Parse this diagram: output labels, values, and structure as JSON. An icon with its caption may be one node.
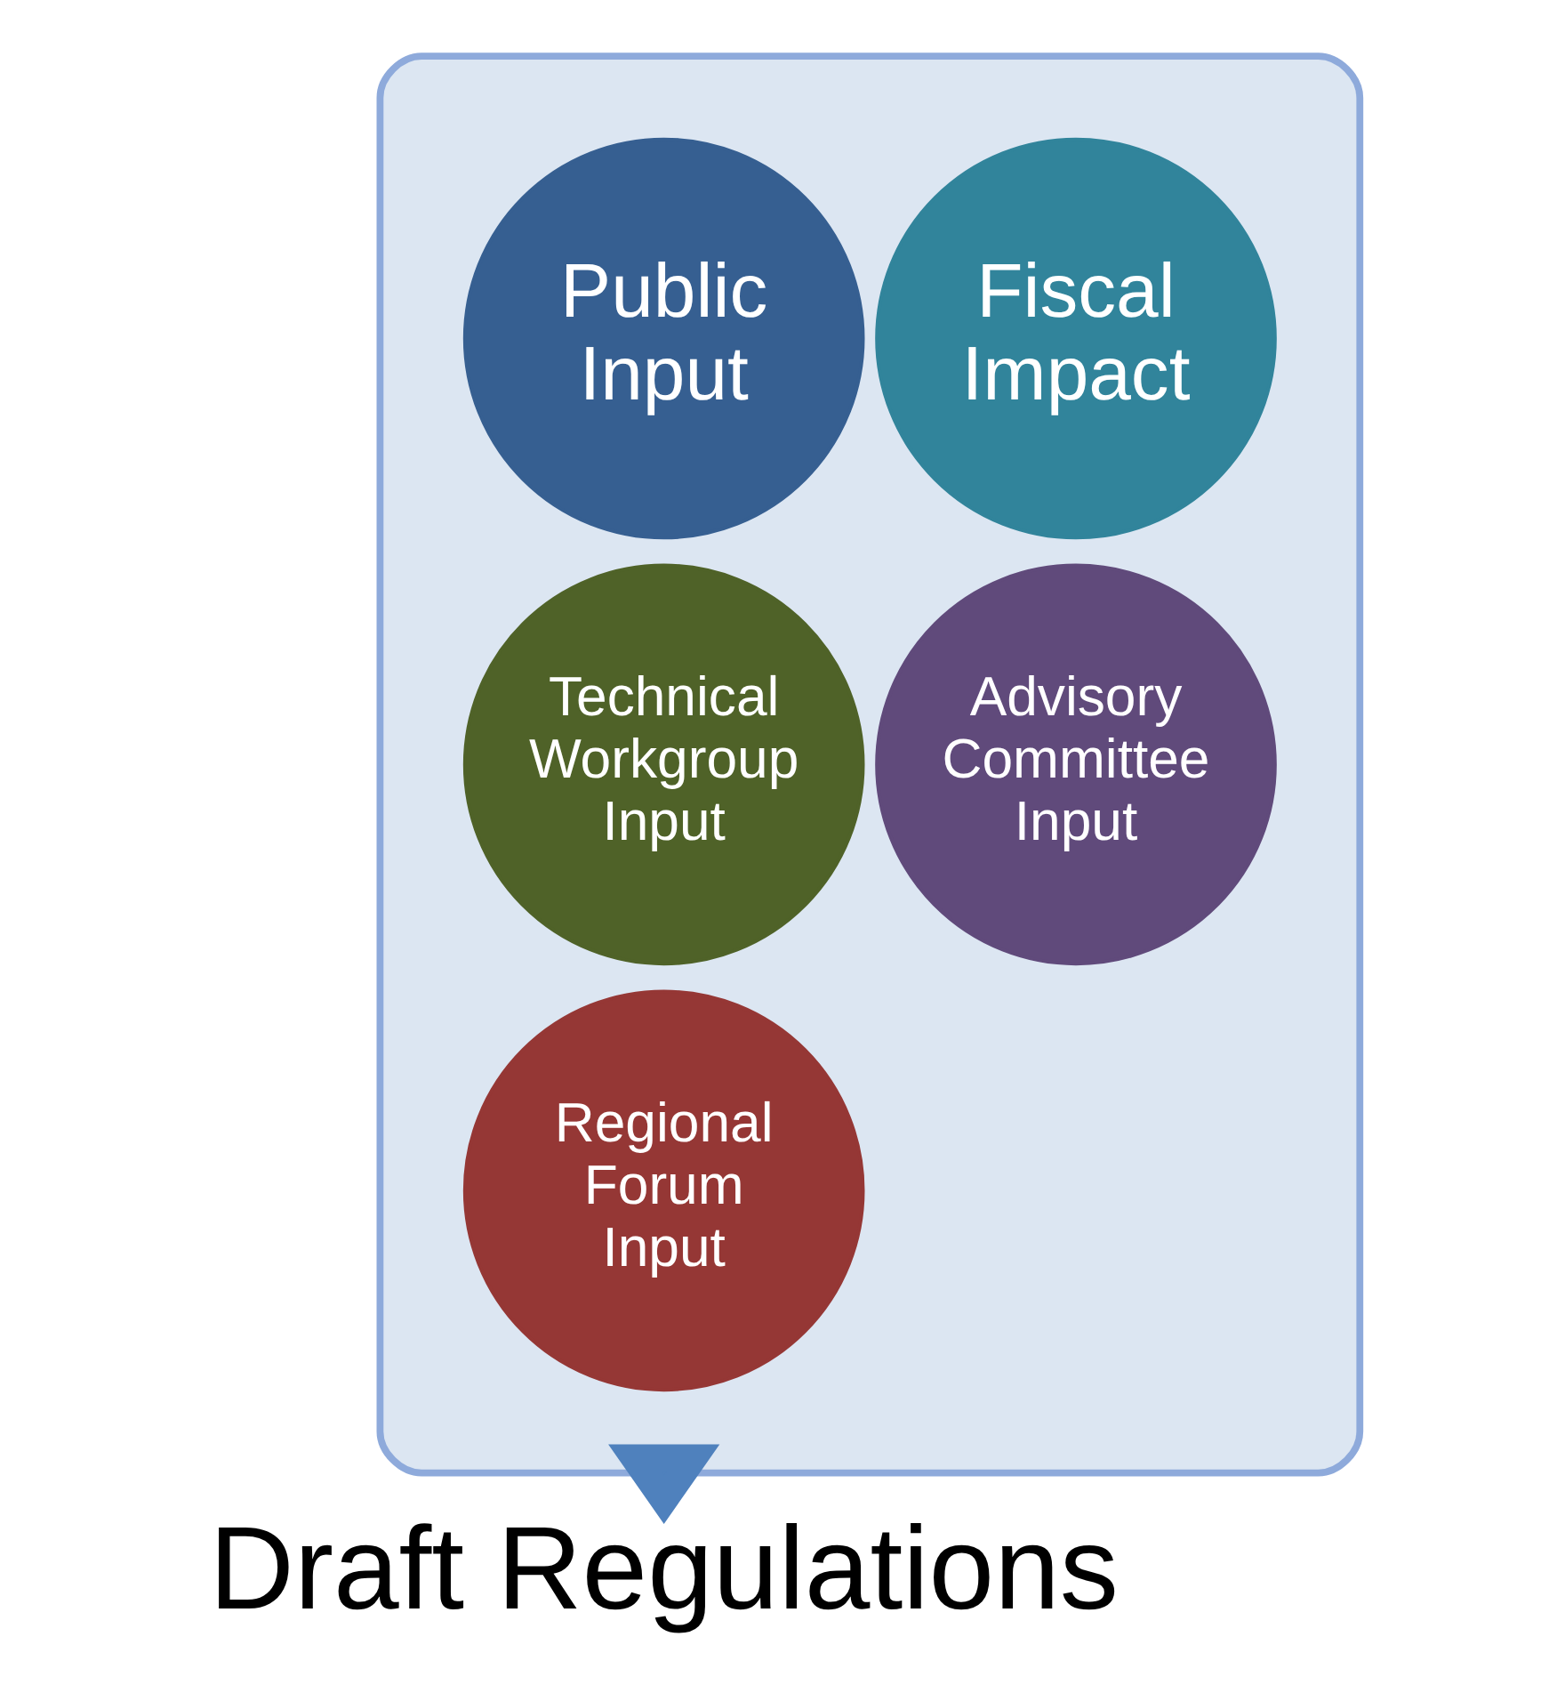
{
  "diagram": {
    "nodes": [
      {
        "text": [],
        "shape": "funnel"
      },
      {
        "text": [
          "Public Input"
        ],
        "in": 0
      },
      {
        "text": [
          "Fiscal Impact"
        ],
        "in": 0
      },
      {
        "text": [
          "Technical Workgroup Input"
        ],
        "in": 0
      },
      {
        "text": [
          "Advisory Committee Input"
        ],
        "in": 0
      },
      {
        "text": [
          "Regional Forum Input"
        ],
        "in": 0
      },
      {
        "text": [
          "Draft Regulations"
        ]
      }
    ],
    "edges": [
      {
        "from": 0,
        "to": 6,
        "arrow": "to",
        "style": "thick"
      }
    ]
  }
}
